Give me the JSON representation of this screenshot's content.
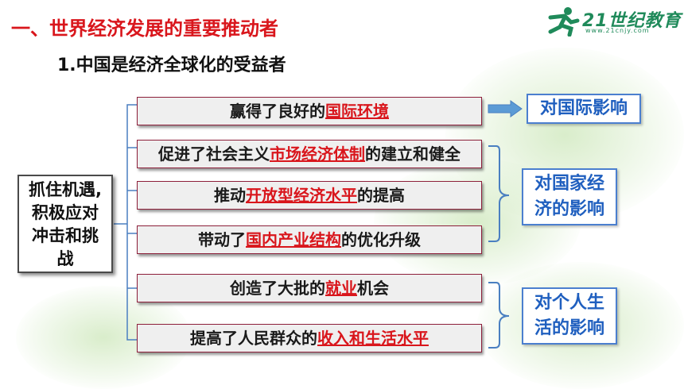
{
  "header": {
    "title": "一、世界经济发展的重要推动者",
    "subtitle": "1.中国是经济全球化的受益者"
  },
  "logo": {
    "name": "21世纪教育",
    "url": "www.21cnjy.com"
  },
  "left_box": {
    "lines": [
      "抓住机遇,",
      "积极应对",
      "冲击和挑",
      "战"
    ]
  },
  "items": [
    {
      "pre": "赢得了良好的",
      "hl": "国际环境",
      "post": ""
    },
    {
      "pre": "促进了社会主义",
      "hl": "市场经济体制",
      "post": "的建立和健全"
    },
    {
      "pre": "推动",
      "hl": "开放型经济水平",
      "post": "的提高"
    },
    {
      "pre": "带动了",
      "hl": "国内产业结构",
      "post": "的优化升级"
    },
    {
      "pre": "创造了大批的",
      "hl": "就业",
      "post": "机会"
    },
    {
      "pre": "提高了人民群众的",
      "hl": "收入和生活水平",
      "post": ""
    }
  ],
  "impacts": [
    {
      "lines": [
        "对国际影响"
      ]
    },
    {
      "lines": [
        "对国家经",
        "济的影响"
      ]
    },
    {
      "lines": [
        "对个人生",
        "活的影响"
      ]
    }
  ],
  "colors": {
    "title": "#d9161c",
    "highlight": "#d9161c",
    "impact_text": "#1f5fbf",
    "arrow": "#5b9bd5"
  }
}
